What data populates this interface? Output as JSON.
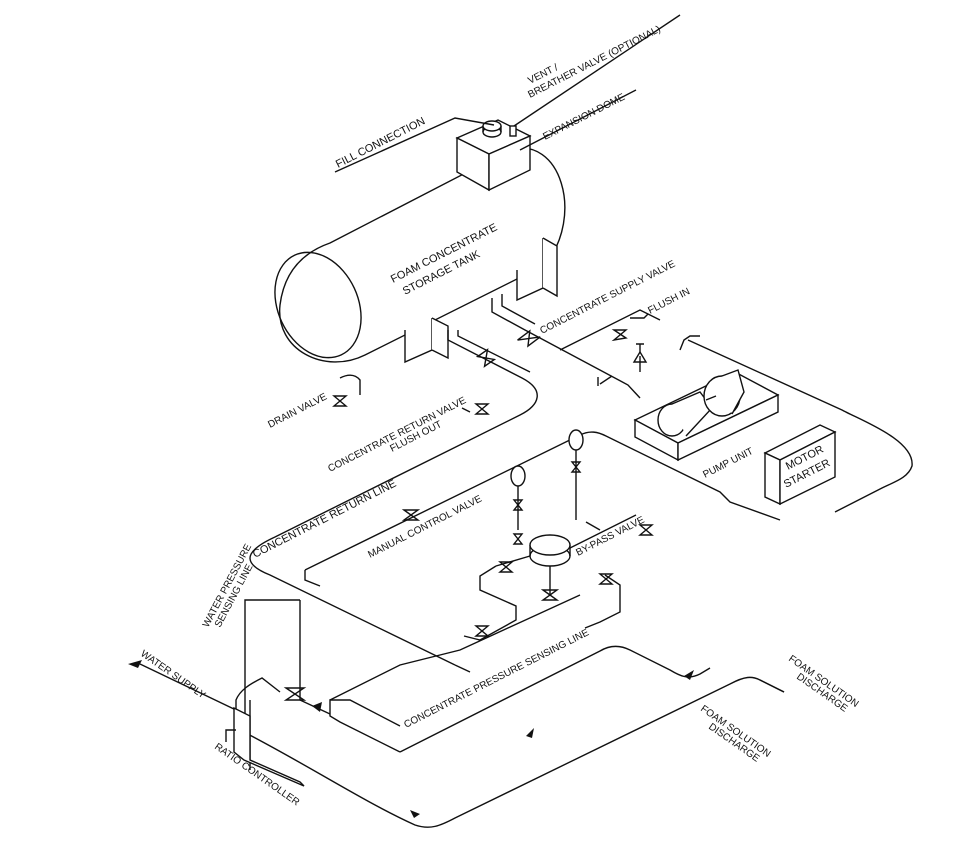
{
  "labels": {
    "fill_connection": "FILL CONNECTION",
    "vent_line1": "VENT /",
    "vent_line2": "BREATHER VALVE (OPTIONAL)",
    "expansion_dome": "EXPANSION DOME",
    "tank_line1": "FOAM CONCENTRATE",
    "tank_line2": "STORAGE TANK",
    "concentrate_supply_valve": "CONCENTRATE SUPPLY VALVE",
    "flush_in": "FLUSH IN",
    "drain_valve": "DRAIN VALVE",
    "concentrate_return_valve": "CONCENTRATE RETURN VALVE",
    "flush_out": "FLUSH OUT",
    "pump_unit": "PUMP UNIT",
    "motor_line1": "MOTOR",
    "motor_line2": "STARTER",
    "concentrate_return_line": "CONCENTRATE RETURN LINE",
    "manual_control_valve": "MANUAL CONTROL VALVE",
    "bypass_valve": "BY-PASS VALVE",
    "water_pressure_line1": "WATER PRESSURE",
    "water_pressure_line2": "SENSING LINE",
    "water_supply": "WATER SUPPLY",
    "concentrate_pressure_sensing_line": "CONCENTRATE PRESSURE SENSING LINE",
    "ratio_controller": "RATIO CONTROLLER",
    "foam_discharge_a_line1": "FOAM SOLUTION",
    "foam_discharge_a_line2": "DISCHARGE",
    "foam_discharge_b_line1": "FOAM SOLUTION",
    "foam_discharge_b_line2": "DISCHARGE"
  }
}
